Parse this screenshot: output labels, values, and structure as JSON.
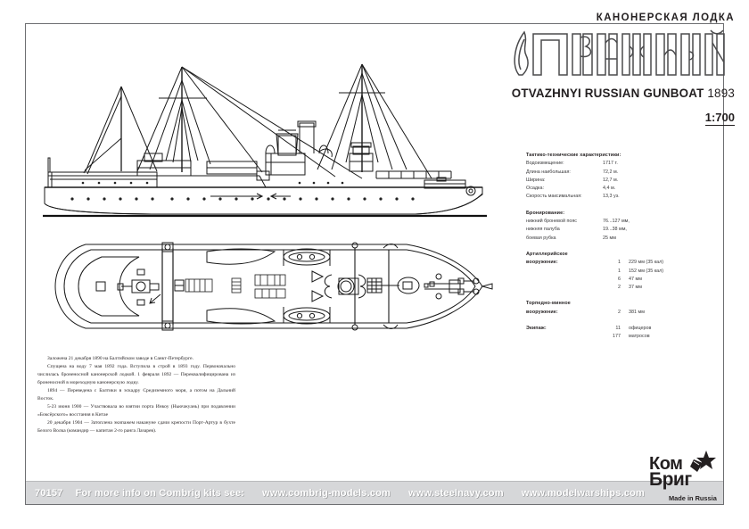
{
  "header": {
    "kicker": "КАНОНЕРСКАЯ ЛОДКА",
    "ship_name_logo": "ОТВАЖНЫЙ",
    "subtitle": "OTVAZHNYI RUSSIAN GUNBOAT",
    "year": "1893",
    "scale": "1:700"
  },
  "specs": {
    "section1_title": "Тактико-технические характеристики:",
    "section1_rows": [
      {
        "label": "Водоизмещение:",
        "value": "1717 т."
      },
      {
        "label": "Длина наибольшая:",
        "value": "72,2 м."
      },
      {
        "label": "Ширина:",
        "value": "12,7 м."
      },
      {
        "label": "Осадка:",
        "value": "4,4 м."
      },
      {
        "label": "Скорость максимальная:",
        "value": "13,3 уз."
      }
    ],
    "section2_title": "Бронирование:",
    "section2_rows": [
      {
        "label": "нижний броневой пояс",
        "value": "76...127 мм,"
      },
      {
        "label": "нижняя палуба",
        "value": "19...38 мм,"
      },
      {
        "label": "боевая рубка",
        "value": "25 мм"
      }
    ],
    "section3_title_l1": "Артиллерийское",
    "section3_title_l2": "вооружение:",
    "section3_rows": [
      {
        "qty": "1",
        "value": "229 мм (35 кал)"
      },
      {
        "qty": "1",
        "value": "152 мм (35 кал)"
      },
      {
        "qty": "6",
        "value": "47 мм"
      },
      {
        "qty": "2",
        "value": "37 мм"
      }
    ],
    "section4_title_l1": "Торпедно-минное",
    "section4_title_l2": "вооружение:",
    "section4_rows": [
      {
        "qty": "2",
        "value": "381 мм"
      }
    ],
    "section5_title": "Экипаж:",
    "section5_rows": [
      {
        "qty": "11",
        "value": "офицеров"
      },
      {
        "qty": "177",
        "value": "матросов"
      }
    ]
  },
  "story": {
    "paragraphs": [
      "Заложена 21 декабря 1890 на Балтийском заводе в Санкт-Петербурге.",
      "Спущена на воду 7 мая 1892 года. Вступила в строй в 1893 году. Первоначально числилась броненосной канонерской лодкой. 1 февраля 1892 — Переквалифицирована из броненосной в мореходную канонерскую лодку.",
      "1894 — Переведена с Балтики в эскадру Средиземного моря, а потом на Дальний Восток.",
      "5-23 июня 1900 — Участвовала во взятии порта Инкоу (Ньючжуань) при подавлении «Боксёрского» восстания в Китае",
      "20 декабря 1904 — Затоплена экипажем накануне сдачи крепости Порт-Артур в бухте Белого Волка (командир — капитан 2-го ранга Лазарев)."
    ]
  },
  "footer": {
    "kit_number": "70157",
    "info_text": "For more info on Combrig kits see:",
    "links": [
      "www.combrig-models.com",
      "www.steelnavy.com",
      "www.modelwarships.com"
    ]
  },
  "badge": {
    "line1": "Ком",
    "line2": "Бриг",
    "made_in": "Made in Russia"
  },
  "colors": {
    "frame": "#6d6e71",
    "footer_bg": "#d6d7d9",
    "text": "#231f20",
    "spec_text": "#3a3a3c"
  }
}
